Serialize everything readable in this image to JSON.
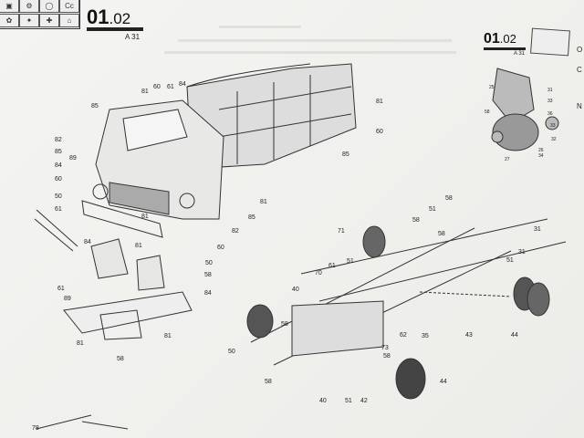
{
  "header": {
    "section": "01",
    "subsection": ".02",
    "ref": "A 31"
  },
  "right_page": {
    "section": "01",
    "subsection": ".02",
    "ref": "A 31",
    "side_letters": [
      "O",
      "C",
      "N"
    ],
    "labels": [
      "25",
      "31",
      "33",
      "58",
      "36",
      "33",
      "32",
      "26",
      "34",
      "27"
    ]
  },
  "icon_grid": [
    "▣",
    "⚙",
    "◯",
    "Cc",
    "✿",
    "✦",
    "✚",
    "⌂"
  ],
  "truck_labels": [
    "81",
    "60",
    "61",
    "84",
    "85",
    "82",
    "85",
    "89",
    "84",
    "60",
    "50",
    "81",
    "61",
    "84",
    "81",
    "85",
    "82",
    "60",
    "50",
    "81",
    "60",
    "85"
  ],
  "seat_labels": [
    "81",
    "58",
    "84",
    "61",
    "89",
    "81",
    "58",
    "81"
  ],
  "chassis_labels": [
    "51",
    "58",
    "58",
    "71",
    "31",
    "61",
    "70",
    "40",
    "50",
    "58",
    "40",
    "51",
    "42",
    "73",
    "58",
    "62",
    "35",
    "43",
    "44",
    "44",
    "31",
    "51",
    "51",
    "58",
    "58",
    "78"
  ]
}
